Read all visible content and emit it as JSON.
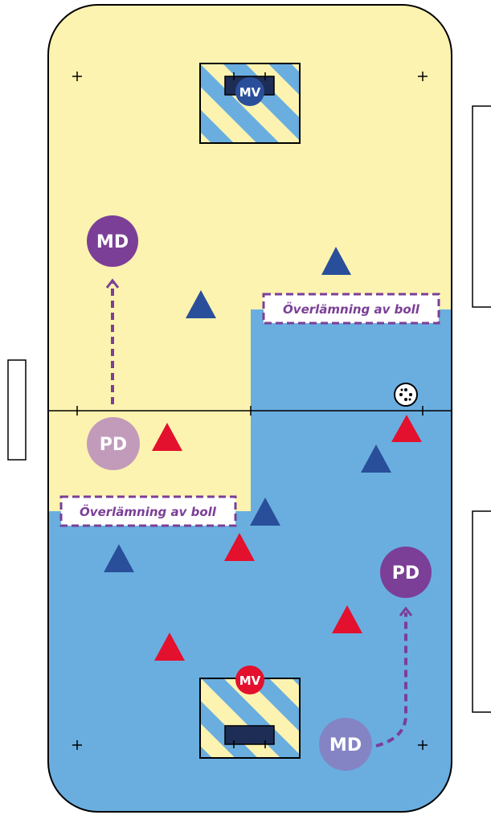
{
  "labels": {
    "defender_top": "MD",
    "defender_bottom": "MD",
    "player_top": "PD",
    "player_bottom": "PD",
    "goalkeeper_top": "MV",
    "goalkeeper_bottom": "MV",
    "handover_top": "Överlämning av boll",
    "handover_bottom": "Överlämning av boll"
  },
  "colors": {
    "yellow_zone": "#fdf3b0",
    "blue_zone": "#6aaee0",
    "blue_team": "#2a4f9a",
    "red_team": "#e3102e",
    "purple": "#7b3f97",
    "purple_light": "#c29bbb",
    "purple_mid": "#8484c4",
    "goal_dark": "#1e2d55",
    "goal_stripe_blue": "#6aaee0",
    "goal_stripe_yellow": "#fdf3b0"
  },
  "icons": {
    "ball": "floorball-icon",
    "cone": "triangle-cone-icon",
    "arrow": "dashed-arrow-icon"
  }
}
